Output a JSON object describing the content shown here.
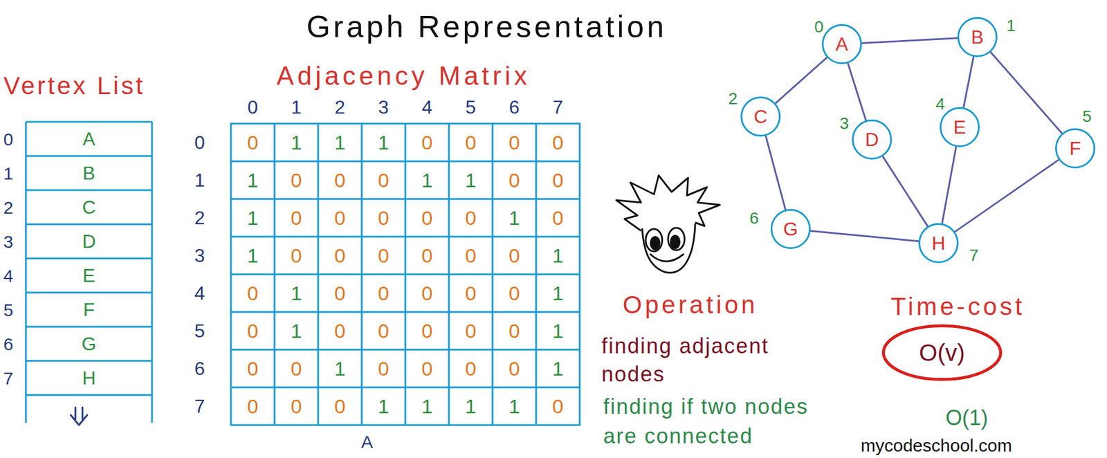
{
  "diagram": {
    "title": "Graph Representation",
    "nodes": [
      {
        "text": [
          "A",
          "0"
        ]
      },
      {
        "text": [
          "B",
          "1"
        ]
      },
      {
        "text": [
          "C",
          "2"
        ]
      },
      {
        "text": [
          "D",
          "3"
        ]
      },
      {
        "text": [
          "E",
          "4"
        ]
      },
      {
        "text": [
          "F",
          "5"
        ]
      },
      {
        "text": [
          "G",
          "6"
        ]
      },
      {
        "text": [
          "H",
          "7"
        ]
      },
      {
        "text": [
          "O(v)"
        ]
      }
    ],
    "edges": [
      {
        "from": 0,
        "to": 1,
        "arrow": "none"
      },
      {
        "from": 0,
        "to": 2,
        "arrow": "none"
      },
      {
        "from": 0,
        "to": 3,
        "arrow": "none"
      },
      {
        "from": 1,
        "to": 4,
        "arrow": "none"
      },
      {
        "from": 1,
        "to": 5,
        "arrow": "none"
      },
      {
        "from": 2,
        "to": 6,
        "arrow": "none"
      },
      {
        "from": 3,
        "to": 7,
        "arrow": "none"
      },
      {
        "from": 4,
        "to": 7,
        "arrow": "none"
      },
      {
        "from": 5,
        "to": 7,
        "arrow": "none"
      },
      {
        "from": 6,
        "to": 7,
        "arrow": "none"
      }
    ],
    "labels": [
      "Vertex List",
      "0",
      "1",
      "2",
      "3",
      "4",
      "5",
      "6",
      "7",
      "A",
      "B",
      "C",
      "D",
      "E",
      "F",
      "G",
      "H",
      "Adjacency Matrix",
      "0",
      "1",
      "2",
      "3",
      "4",
      "5",
      "6",
      "7",
      "0",
      "1",
      "2",
      "3",
      "4",
      "5",
      "6",
      "7",
      "0",
      "1",
      "1",
      "1",
      "0",
      "0",
      "0",
      "0",
      "1",
      "0",
      "0",
      "0",
      "1",
      "1",
      "0",
      "0",
      "1",
      "0",
      "0",
      "0",
      "0",
      "0",
      "1",
      "0",
      "1",
      "0",
      "0",
      "0",
      "0",
      "0",
      "0",
      "1",
      "0",
      "1",
      "0",
      "0",
      "0",
      "0",
      "0",
      "1",
      "0",
      "1",
      "0",
      "0",
      "0",
      "0",
      "0",
      "1",
      "0",
      "0",
      "1",
      "0",
      "0",
      "0",
      "0",
      "1",
      "0",
      "0",
      "0",
      "1",
      "1",
      "1",
      "1",
      "0",
      "A",
      "Operation",
      "Time-cost",
      "finding adjacent nodes",
      "finding if two nodes are connected",
      "O(1)",
      "mycodeschool.com"
    ]
  }
}
